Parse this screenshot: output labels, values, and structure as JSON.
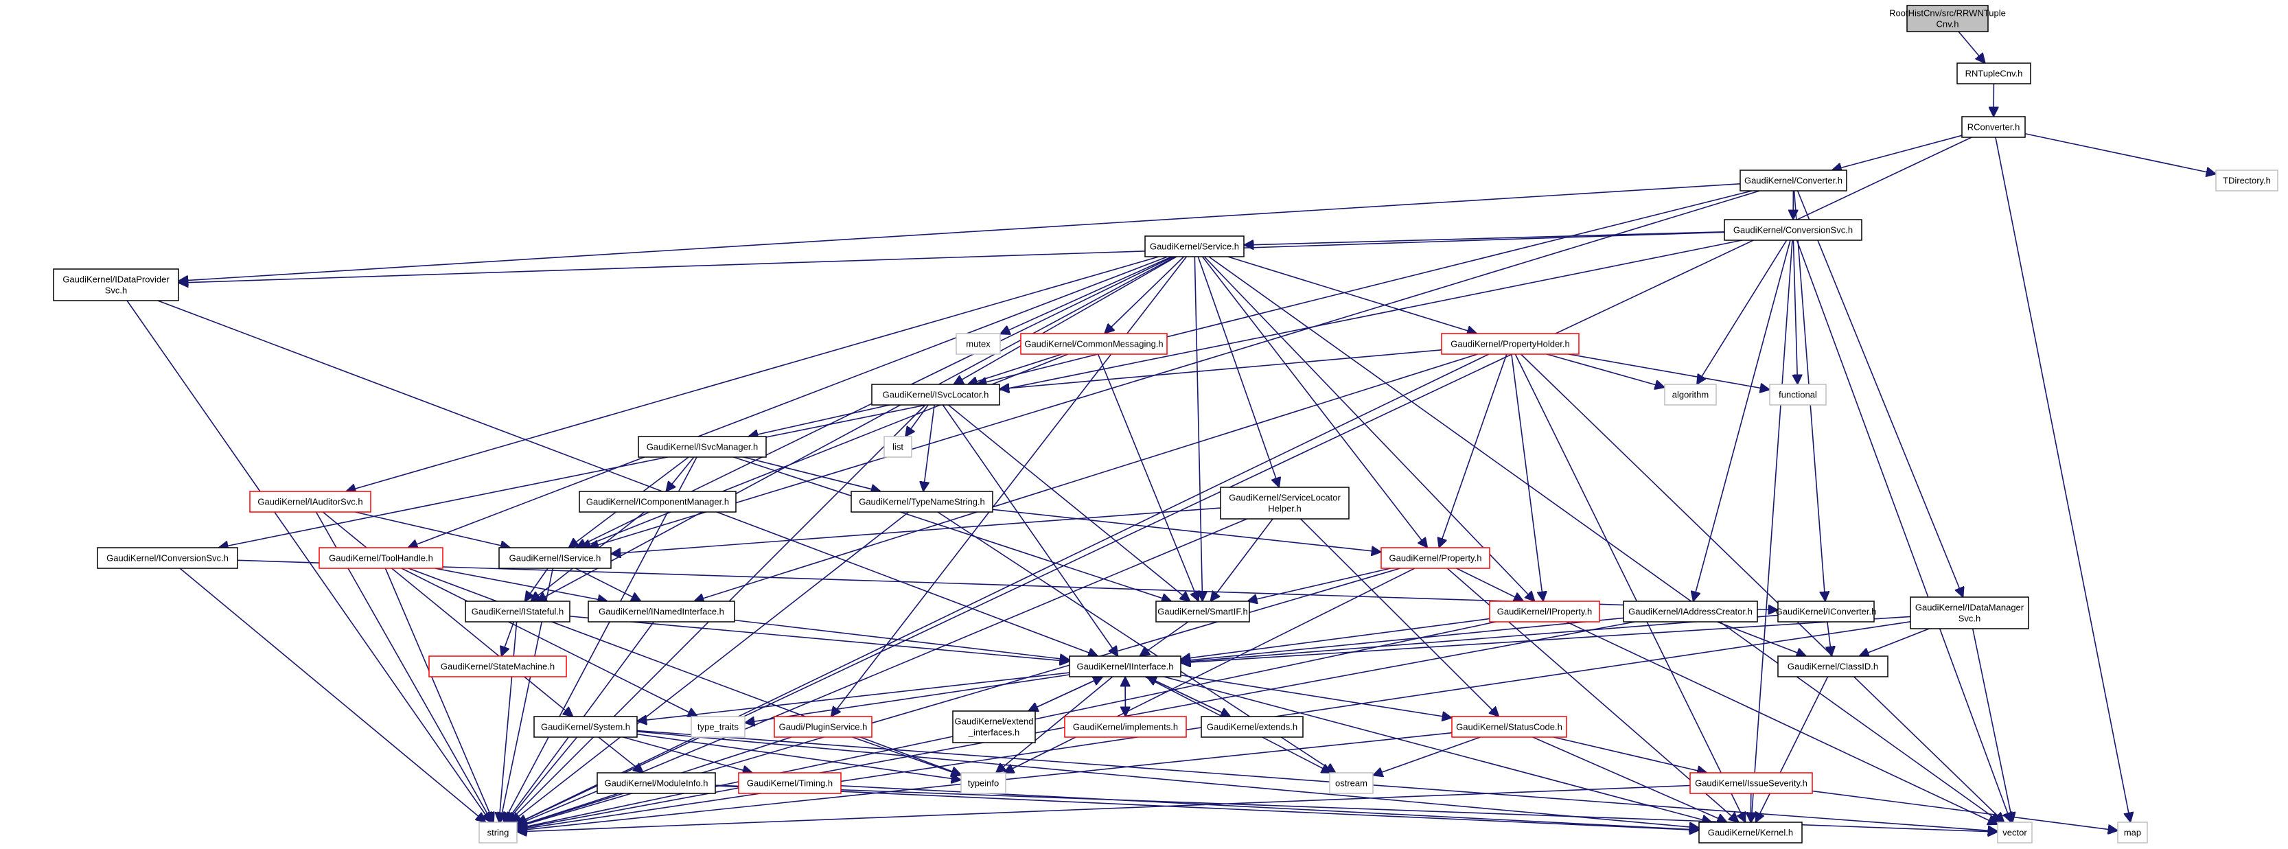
{
  "diagram": {
    "nodes": [
      {
        "id": "root",
        "lines": [
          "RootHistCnv/src/RRWNTuple",
          "Cnv.h"
        ],
        "style": "root"
      },
      {
        "id": "rntuple",
        "lines": [
          "RNTupleCnv.h"
        ],
        "style": "black"
      },
      {
        "id": "rconverter",
        "lines": [
          "RConverter.h"
        ],
        "style": "black"
      },
      {
        "id": "tdirectory",
        "lines": [
          "TDirectory.h"
        ],
        "style": "gray"
      },
      {
        "id": "converter",
        "lines": [
          "GaudiKernel/Converter.h"
        ],
        "style": "black"
      },
      {
        "id": "conversionsvc",
        "lines": [
          "GaudiKernel/ConversionSvc.h"
        ],
        "style": "black"
      },
      {
        "id": "idataprovider",
        "lines": [
          "GaudiKernel/IDataProvider",
          "Svc.h"
        ],
        "style": "black"
      },
      {
        "id": "service",
        "lines": [
          "GaudiKernel/Service.h"
        ],
        "style": "black"
      },
      {
        "id": "mutex",
        "lines": [
          "mutex"
        ],
        "style": "gray"
      },
      {
        "id": "commonmsg",
        "lines": [
          "GaudiKernel/CommonMessaging.h"
        ],
        "style": "red"
      },
      {
        "id": "propholder",
        "lines": [
          "GaudiKernel/PropertyHolder.h"
        ],
        "style": "red"
      },
      {
        "id": "isvclocator",
        "lines": [
          "GaudiKernel/ISvcLocator.h"
        ],
        "style": "black"
      },
      {
        "id": "algorithm",
        "lines": [
          "algorithm"
        ],
        "style": "gray"
      },
      {
        "id": "functional",
        "lines": [
          "functional"
        ],
        "style": "gray"
      },
      {
        "id": "list",
        "lines": [
          "list"
        ],
        "style": "gray"
      },
      {
        "id": "isvcmanager",
        "lines": [
          "GaudiKernel/ISvcManager.h"
        ],
        "style": "black"
      },
      {
        "id": "icomponentmgr",
        "lines": [
          "GaudiKernel/IComponentManager.h"
        ],
        "style": "black"
      },
      {
        "id": "typenamestring",
        "lines": [
          "GaudiKernel/TypeNameString.h"
        ],
        "style": "black"
      },
      {
        "id": "servicelocatorhelper",
        "lines": [
          "GaudiKernel/ServiceLocator",
          "Helper.h"
        ],
        "style": "black"
      },
      {
        "id": "iauditorsvc",
        "lines": [
          "GaudiKernel/IAuditorSvc.h"
        ],
        "style": "red"
      },
      {
        "id": "iconversionsvc",
        "lines": [
          "GaudiKernel/IConversionSvc.h"
        ],
        "style": "black"
      },
      {
        "id": "toolhandle",
        "lines": [
          "GaudiKernel/ToolHandle.h"
        ],
        "style": "red"
      },
      {
        "id": "iservice",
        "lines": [
          "GaudiKernel/IService.h"
        ],
        "style": "black"
      },
      {
        "id": "property",
        "lines": [
          "GaudiKernel/Property.h"
        ],
        "style": "red"
      },
      {
        "id": "istateful",
        "lines": [
          "GaudiKernel/IStateful.h"
        ],
        "style": "black"
      },
      {
        "id": "inamedinterface",
        "lines": [
          "GaudiKernel/INamedInterface.h"
        ],
        "style": "black"
      },
      {
        "id": "smartif",
        "lines": [
          "GaudiKernel/SmartIF.h"
        ],
        "style": "black"
      },
      {
        "id": "iproperty",
        "lines": [
          "GaudiKernel/IProperty.h"
        ],
        "style": "red"
      },
      {
        "id": "iaddresscreator",
        "lines": [
          "GaudiKernel/IAddressCreator.h"
        ],
        "style": "black"
      },
      {
        "id": "iconverter",
        "lines": [
          "GaudiKernel/IConverter.h"
        ],
        "style": "black"
      },
      {
        "id": "idatamanager",
        "lines": [
          "GaudiKernel/IDataManager",
          "Svc.h"
        ],
        "style": "black"
      },
      {
        "id": "statemachine",
        "lines": [
          "GaudiKernel/StateMachine.h"
        ],
        "style": "red"
      },
      {
        "id": "iinterface",
        "lines": [
          "GaudiKernel/IInterface.h"
        ],
        "style": "black"
      },
      {
        "id": "classid",
        "lines": [
          "GaudiKernel/ClassID.h"
        ],
        "style": "black"
      },
      {
        "id": "system",
        "lines": [
          "GaudiKernel/System.h"
        ],
        "style": "black"
      },
      {
        "id": "typetraits",
        "lines": [
          "type_traits"
        ],
        "style": "gray"
      },
      {
        "id": "pluginservice",
        "lines": [
          "Gaudi/PluginService.h"
        ],
        "style": "red"
      },
      {
        "id": "extendinterfaces",
        "lines": [
          "GaudiKernel/extend",
          "_interfaces.h"
        ],
        "style": "black"
      },
      {
        "id": "implements",
        "lines": [
          "GaudiKernel/implements.h"
        ],
        "style": "red"
      },
      {
        "id": "extends",
        "lines": [
          "GaudiKernel/extends.h"
        ],
        "style": "black"
      },
      {
        "id": "statuscode",
        "lines": [
          "GaudiKernel/StatusCode.h"
        ],
        "style": "red"
      },
      {
        "id": "moduleinfo",
        "lines": [
          "GaudiKernel/ModuleInfo.h"
        ],
        "style": "black"
      },
      {
        "id": "timing",
        "lines": [
          "GaudiKernel/Timing.h"
        ],
        "style": "red"
      },
      {
        "id": "typeinfo",
        "lines": [
          "typeinfo"
        ],
        "style": "gray"
      },
      {
        "id": "ostream",
        "lines": [
          "ostream"
        ],
        "style": "gray"
      },
      {
        "id": "issueseverity",
        "lines": [
          "GaudiKernel/IssueSeverity.h"
        ],
        "style": "red"
      },
      {
        "id": "string",
        "lines": [
          "string"
        ],
        "style": "gray"
      },
      {
        "id": "kernel",
        "lines": [
          "GaudiKernel/Kernel.h"
        ],
        "style": "black"
      },
      {
        "id": "vector",
        "lines": [
          "vector"
        ],
        "style": "gray"
      },
      {
        "id": "map",
        "lines": [
          "map"
        ],
        "style": "gray"
      }
    ],
    "edges": [
      [
        "root",
        "rntuple"
      ],
      [
        "rntuple",
        "rconverter"
      ],
      [
        "rconverter",
        "converter"
      ],
      [
        "rconverter",
        "tdirectory"
      ],
      [
        "rconverter",
        "string"
      ],
      [
        "rconverter",
        "map"
      ],
      [
        "converter",
        "conversionsvc"
      ],
      [
        "converter",
        "idataprovider"
      ],
      [
        "converter",
        "isvclocator"
      ],
      [
        "converter",
        "iservice"
      ],
      [
        "converter",
        "iconverter"
      ],
      [
        "converter",
        "idatamanager"
      ],
      [
        "conversionsvc",
        "service"
      ],
      [
        "conversionsvc",
        "idataprovider"
      ],
      [
        "conversionsvc",
        "iconversionsvc"
      ],
      [
        "conversionsvc",
        "algorithm"
      ],
      [
        "conversionsvc",
        "functional"
      ],
      [
        "conversionsvc",
        "iaddresscreator"
      ],
      [
        "conversionsvc",
        "vector"
      ],
      [
        "conversionsvc",
        "kernel"
      ],
      [
        "idataprovider",
        "iinterface"
      ],
      [
        "idataprovider",
        "string"
      ],
      [
        "service",
        "mutex"
      ],
      [
        "service",
        "commonmsg"
      ],
      [
        "service",
        "propholder"
      ],
      [
        "service",
        "isvclocator"
      ],
      [
        "service",
        "iauditorsvc"
      ],
      [
        "service",
        "toolhandle"
      ],
      [
        "service",
        "iservice"
      ],
      [
        "service",
        "istateful"
      ],
      [
        "service",
        "servicelocatorhelper"
      ],
      [
        "service",
        "smartif"
      ],
      [
        "service",
        "property"
      ],
      [
        "service",
        "iproperty"
      ],
      [
        "service",
        "pluginservice"
      ],
      [
        "service",
        "vector"
      ],
      [
        "commonmsg",
        "isvclocator"
      ],
      [
        "commonmsg",
        "iservice"
      ],
      [
        "commonmsg",
        "smartif"
      ],
      [
        "propholder",
        "isvclocator"
      ],
      [
        "propholder",
        "algorithm"
      ],
      [
        "propholder",
        "functional"
      ],
      [
        "propholder",
        "property"
      ],
      [
        "propholder",
        "iproperty"
      ],
      [
        "propholder",
        "inamedinterface"
      ],
      [
        "propholder",
        "string"
      ],
      [
        "propholder",
        "vector"
      ],
      [
        "propholder",
        "kernel"
      ],
      [
        "isvclocator",
        "list"
      ],
      [
        "isvclocator",
        "isvcmanager"
      ],
      [
        "isvclocator",
        "typenamestring"
      ],
      [
        "isvclocator",
        "smartif"
      ],
      [
        "isvclocator",
        "iinterface"
      ],
      [
        "isvclocator",
        "string"
      ],
      [
        "isvcmanager",
        "icomponentmgr"
      ],
      [
        "isvcmanager",
        "typenamestring"
      ],
      [
        "isvcmanager",
        "iservice"
      ],
      [
        "isvcmanager",
        "smartif"
      ],
      [
        "isvcmanager",
        "string"
      ],
      [
        "icomponentmgr",
        "istateful"
      ],
      [
        "typenamestring",
        "property"
      ],
      [
        "typenamestring",
        "string"
      ],
      [
        "typenamestring",
        "ostream"
      ],
      [
        "servicelocatorhelper",
        "iservice"
      ],
      [
        "servicelocatorhelper",
        "smartif"
      ],
      [
        "servicelocatorhelper",
        "statuscode"
      ],
      [
        "servicelocatorhelper",
        "string"
      ],
      [
        "iauditorsvc",
        "iservice"
      ],
      [
        "iauditorsvc",
        "system"
      ],
      [
        "iauditorsvc",
        "string"
      ],
      [
        "iconversionsvc",
        "iconverter"
      ],
      [
        "iconversionsvc",
        "string"
      ],
      [
        "toolhandle",
        "inamedinterface"
      ],
      [
        "toolhandle",
        "string"
      ],
      [
        "toolhandle",
        "typeinfo"
      ],
      [
        "toolhandle",
        "typetraits"
      ],
      [
        "iservice",
        "istateful"
      ],
      [
        "iservice",
        "inamedinterface"
      ],
      [
        "iservice",
        "string"
      ],
      [
        "property",
        "smartif"
      ],
      [
        "property",
        "iproperty"
      ],
      [
        "property",
        "typeinfo"
      ],
      [
        "property",
        "string"
      ],
      [
        "property",
        "kernel"
      ],
      [
        "istateful",
        "statemachine"
      ],
      [
        "istateful",
        "iinterface"
      ],
      [
        "istateful",
        "string"
      ],
      [
        "inamedinterface",
        "iinterface"
      ],
      [
        "inamedinterface",
        "string"
      ],
      [
        "smartif",
        "iinterface"
      ],
      [
        "iproperty",
        "iinterface"
      ],
      [
        "iproperty",
        "string"
      ],
      [
        "iproperty",
        "vector"
      ],
      [
        "iaddresscreator",
        "classid"
      ],
      [
        "iaddresscreator",
        "iinterface"
      ],
      [
        "iaddresscreator",
        "string"
      ],
      [
        "iconverter",
        "classid"
      ],
      [
        "iconverter",
        "iinterface"
      ],
      [
        "idatamanager",
        "iinterface"
      ],
      [
        "idatamanager",
        "classid"
      ],
      [
        "idatamanager",
        "string"
      ],
      [
        "idatamanager",
        "vector"
      ],
      [
        "iinterface",
        "system"
      ],
      [
        "iinterface",
        "typetraits"
      ],
      [
        "iinterface",
        "extendinterfaces"
      ],
      [
        "iinterface",
        "implements"
      ],
      [
        "iinterface",
        "extends"
      ],
      [
        "iinterface",
        "statuscode"
      ],
      [
        "iinterface",
        "ostream"
      ],
      [
        "iinterface",
        "typeinfo"
      ],
      [
        "iinterface",
        "kernel"
      ],
      [
        "extendinterfaces",
        "iinterface"
      ],
      [
        "implements",
        "iinterface"
      ],
      [
        "extends",
        "iinterface"
      ],
      [
        "classid",
        "kernel"
      ],
      [
        "system",
        "moduleinfo"
      ],
      [
        "system",
        "timing"
      ],
      [
        "system",
        "string"
      ],
      [
        "system",
        "kernel"
      ],
      [
        "system",
        "typeinfo"
      ],
      [
        "system",
        "vector"
      ],
      [
        "pluginservice",
        "typeinfo"
      ],
      [
        "pluginservice",
        "string"
      ],
      [
        "statuscode",
        "ostream"
      ],
      [
        "statuscode",
        "issueseverity"
      ],
      [
        "statuscode",
        "kernel"
      ],
      [
        "statuscode",
        "string"
      ],
      [
        "moduleinfo",
        "string"
      ],
      [
        "moduleinfo",
        "kernel"
      ],
      [
        "moduleinfo",
        "vector"
      ],
      [
        "timing",
        "kernel"
      ],
      [
        "issueseverity",
        "kernel"
      ],
      [
        "issueseverity",
        "string"
      ],
      [
        "issueseverity",
        "map"
      ]
    ]
  }
}
